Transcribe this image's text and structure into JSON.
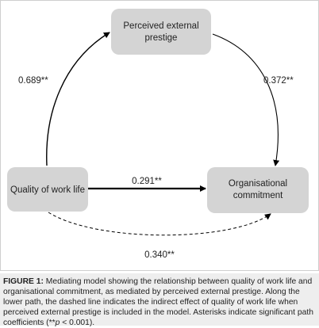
{
  "nodes": {
    "prestige": {
      "line1": "Perceived external",
      "line2": "prestige"
    },
    "qwl": {
      "label": "Quality of work life"
    },
    "commitment": {
      "line1": "Organisational",
      "line2": "commitment"
    }
  },
  "paths": {
    "qwl_to_prestige": "0.689**",
    "prestige_to_commitment": "0.372**",
    "qwl_to_commitment_direct": "0.291**",
    "indirect_dashed": "0.340**"
  },
  "caption": {
    "label": "FIGURE 1:",
    "text_before_p": "Mediating model showing the relationship between quality of work life and organisational commitment, as mediated by perceived external prestige. Along the lower path, the dashed line indicates the indirect effect of quality of work life when perceived external prestige is included in the model. Asterisks indicate significant path coefficients (**",
    "p_symbol": "p",
    "text_after_p": " < 0.001)."
  },
  "colors": {
    "box_fill": "#d4d4d4",
    "line": "#000000",
    "caption_bg": "#eeeeee"
  }
}
